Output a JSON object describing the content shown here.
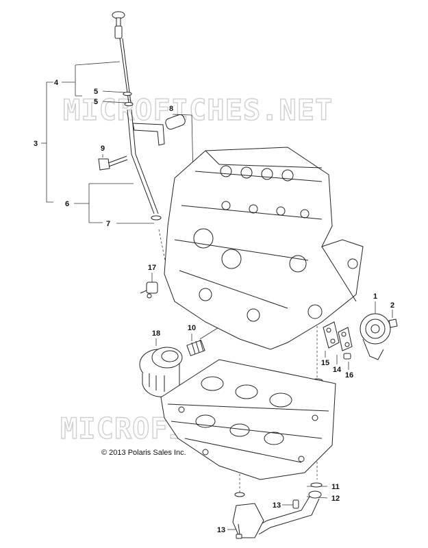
{
  "watermark": "MICROFICHES.NET",
  "copyright": "© 2013 Polaris Sales Inc.",
  "callouts": {
    "c1": "1",
    "c2": "2",
    "c3": "3",
    "c4": "4",
    "c5a": "5",
    "c5b": "5",
    "c6": "6",
    "c7": "7",
    "c8": "8",
    "c9": "9",
    "c10": "10",
    "c11": "11",
    "c12": "12",
    "c13a": "13",
    "c13b": "13",
    "c14": "14",
    "c15": "15",
    "c16": "16",
    "c17": "17",
    "c18": "18"
  }
}
